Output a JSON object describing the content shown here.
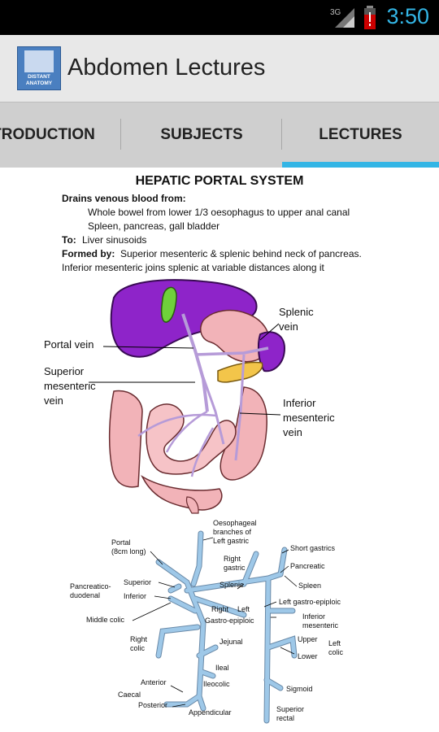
{
  "status_bar": {
    "network": "3G",
    "time": "3:50"
  },
  "app": {
    "title": "Abdomen Lectures",
    "icon_caption_1": "DISTANT",
    "icon_caption_2": "ANATOMY"
  },
  "tabs": [
    {
      "label": "INTRODUCTION"
    },
    {
      "label": "SUBJECTS"
    },
    {
      "label": "LECTURES"
    }
  ],
  "lecture": {
    "heading": "HEPATIC PORTAL SYSTEM",
    "drains_label": "Drains venous blood from:",
    "drains_1": "Whole bowel from lower 1/3 oesophagus to upper anal canal",
    "drains_2": "Spleen, pancreas, gall bladder",
    "to_label": "To:",
    "to_text": "Liver sinusoids",
    "formed_label": "Formed by:",
    "formed_text": "Superior mesenteric & splenic behind neck of pancreas.",
    "formed_text_2": "Inferior mesenteric joins splenic at variable distances along it"
  },
  "figure1": {
    "portal": "Portal vein",
    "splenic_1": "Splenic",
    "splenic_2": "vein",
    "sup_1": "Superior",
    "sup_2": "mesenteric",
    "sup_3": "vein",
    "inf_1": "Inferior",
    "inf_2": "mesenteric",
    "inf_3": "vein"
  },
  "figure2": {
    "oeso_1": "Oesophageal",
    "oeso_2": "branches of",
    "oeso_3": "Left gastric",
    "portal_1": "Portal",
    "portal_2": "(8cm long)",
    "right_gastric_1": "Right",
    "right_gastric_2": "gastric",
    "short_gastrics": "Short gastrics",
    "pancreatic": "Pancreatic",
    "superior": "Superior",
    "pd_1": "Pancreatico-",
    "pd_2": "duodenal",
    "inferior": "Inferior",
    "splenic": "Splenic",
    "spleen": "Spleen",
    "left_ge": "Left gastro-epiploic",
    "right": "Right",
    "left": "Left",
    "gastro_epiploic": "Gastro-epiploic",
    "middle_colic": "Middle colic",
    "im_1": "Inferior",
    "im_2": "mesenteric",
    "right_colic_1": "Right",
    "right_colic_2": "colic",
    "jejunal": "Jejunal",
    "upper": "Upper",
    "lower": "Lower",
    "left_colic_1": "Left",
    "left_colic_2": "colic",
    "ileal": "Ileal",
    "anterior": "Anterior",
    "caecal": "Caecal",
    "posterior": "Posterior",
    "ileocolic": "Ileocolic",
    "sigmoid": "Sigmoid",
    "sr_1": "Superior",
    "sr_2": "rectal",
    "appendicular": "Appendicular"
  },
  "colors": {
    "accent": "#33b5e5",
    "liver": "#8e24c9",
    "bowel": "#f2b3b8",
    "vein": "#9ec8e8"
  }
}
